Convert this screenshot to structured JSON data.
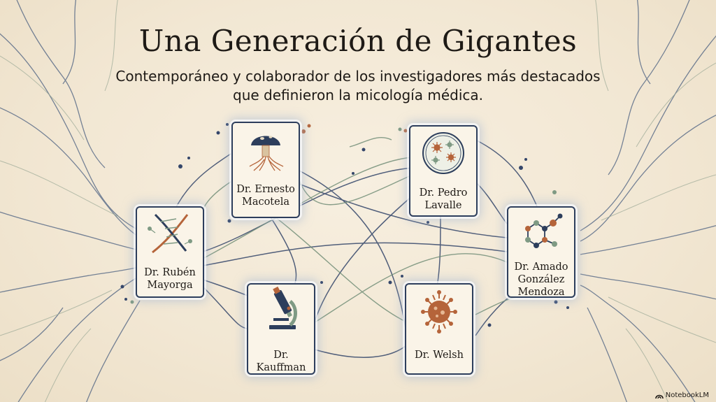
{
  "title": "Una Generación de Gigantes",
  "subtitle": "Contemporáneo y colaborador de los investigadores más destacados que definieron la micología médica.",
  "cards": [
    {
      "id": "macotela",
      "name": "Dr. Ernesto Macotela",
      "icon": "mushroom-icon"
    },
    {
      "id": "lavalle",
      "name": "Dr. Pedro Lavalle",
      "icon": "petri-dish-icon"
    },
    {
      "id": "mayorga",
      "name": "Dr. Rubén Mayorga",
      "icon": "dna-icon"
    },
    {
      "id": "gonzalez",
      "name": "Dr. Amado González Mendoza",
      "icon": "molecule-icon"
    },
    {
      "id": "kauffman",
      "name": "Dr. Kauffman",
      "icon": "microscope-icon"
    },
    {
      "id": "welsh",
      "name": "Dr. Welsh",
      "icon": "virus-icon"
    }
  ],
  "badge": "NotebookLM",
  "colors": {
    "ink": "#2d3e5c",
    "rust": "#b5643a",
    "sage": "#7f9a84",
    "paper": "#f4ead8"
  }
}
